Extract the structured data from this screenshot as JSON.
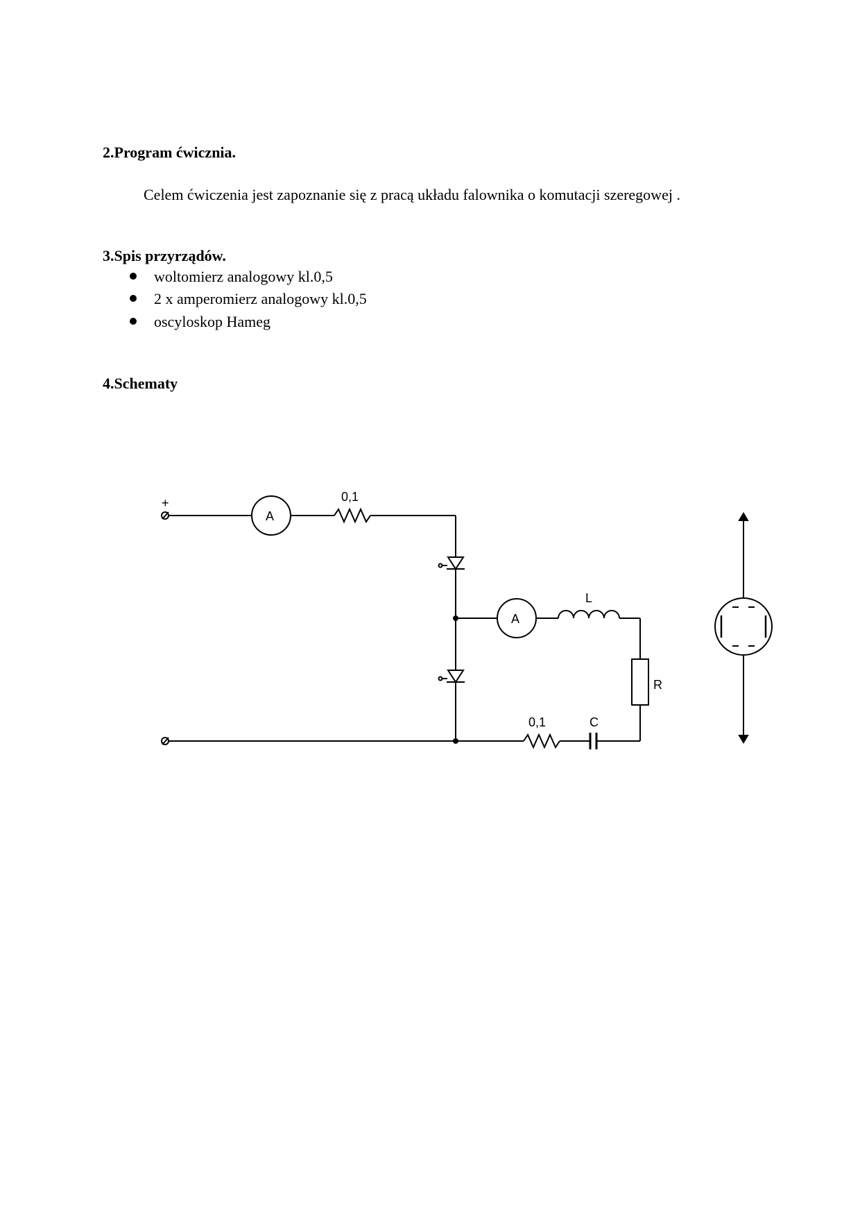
{
  "sections": {
    "program": {
      "heading": "2.Program ćwicznia.",
      "paragraph": "Celem ćwiczenia jest zapoznanie się z pracą układu falownika o komutacji szeregowej ."
    },
    "spis": {
      "heading": "3.Spis przyrządów.",
      "items": [
        "woltomierz analogowy kl.0,5",
        "2 x amperomierz analogowy kl.0,5",
        "oscyloskop Hameg"
      ]
    },
    "schematy": {
      "heading": "4.Schematy"
    }
  },
  "schematic": {
    "plus_label": "+",
    "ammeter_top_label": "A",
    "resistor_top_value": "0,1",
    "ammeter_mid_label": "A",
    "inductor_label": "L",
    "resistor_r_label": "R",
    "resistor_bottom_value": "0,1",
    "capacitor_label": "C"
  }
}
